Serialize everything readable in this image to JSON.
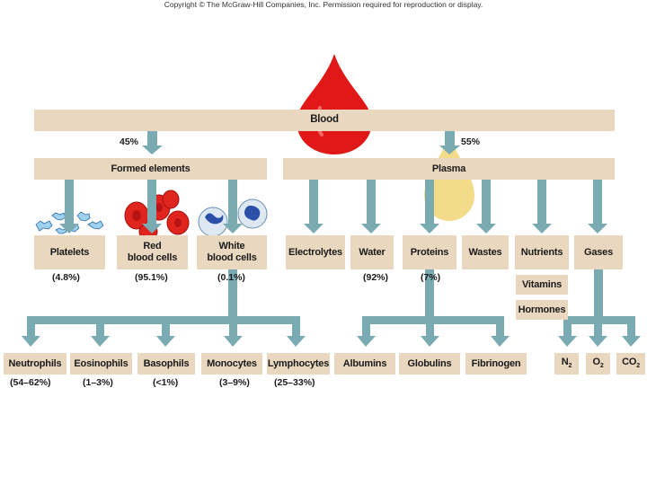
{
  "copyright": "Copyright © The McGraw-Hill Companies, Inc. Permission required for reproduction or display.",
  "colors": {
    "box": "#e9d8bf",
    "arrow": "#7aaab2",
    "blood_drop": "#e01818",
    "plasma_drop": "#f2dc8a"
  },
  "root": {
    "label": "Blood"
  },
  "split": {
    "formed_pct": "45%",
    "plasma_pct": "55%"
  },
  "formed": {
    "label": "Formed elements",
    "items": [
      {
        "label": "Platelets",
        "pct": "(4.8%)"
      },
      {
        "label": "Red\nblood cells",
        "pct": "(95.1%)"
      },
      {
        "label": "White\nblood cells",
        "pct": "(0.1%)"
      }
    ],
    "wbc_types": [
      {
        "label": "Neutrophils",
        "pct": "(54–62%)"
      },
      {
        "label": "Eosinophils",
        "pct": "(1–3%)"
      },
      {
        "label": "Basophils",
        "pct": "(<1%)"
      },
      {
        "label": "Monocytes",
        "pct": "(3–9%)"
      },
      {
        "label": "Lymphocytes",
        "pct": "(25–33%)"
      }
    ]
  },
  "plasma": {
    "label": "Plasma",
    "items": [
      {
        "label": "Electrolytes",
        "pct": ""
      },
      {
        "label": "Water",
        "pct": "(92%)"
      },
      {
        "label": "Proteins",
        "pct": "(7%)"
      },
      {
        "label": "Wastes",
        "pct": ""
      },
      {
        "label": "Nutrients",
        "pct": ""
      },
      {
        "label": "Gases",
        "pct": ""
      }
    ],
    "nutrient_extras": [
      "Vitamins",
      "Hormones"
    ],
    "proteins": [
      "Albumins",
      "Globulins",
      "Fibrinogen"
    ],
    "gases": [
      {
        "base": "N",
        "sub": "2"
      },
      {
        "base": "O",
        "sub": "2"
      },
      {
        "base": "CO",
        "sub": "2"
      }
    ]
  }
}
